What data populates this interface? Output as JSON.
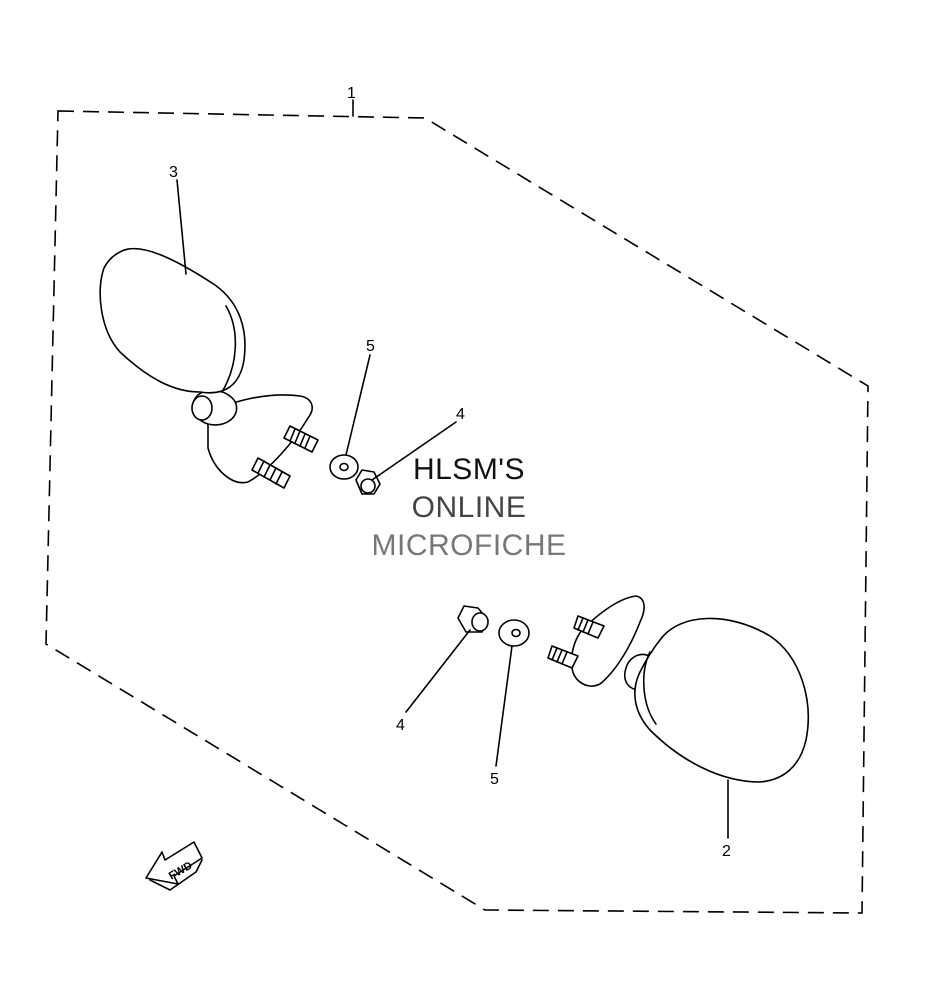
{
  "callouts": {
    "c1": "1",
    "c2": "2",
    "c3": "3",
    "c4a": "4",
    "c4b": "4",
    "c5a": "5",
    "c5b": "5"
  },
  "fwd_label": "FWD",
  "watermark": {
    "line1": "HLSM'S",
    "line2": "ONLINE",
    "line3": "MICROFICHE"
  },
  "colors": {
    "line": "#000000",
    "background": "#ffffff",
    "watermark_dark": "#111111",
    "watermark_mid": "#444444",
    "watermark_light": "#777777"
  }
}
